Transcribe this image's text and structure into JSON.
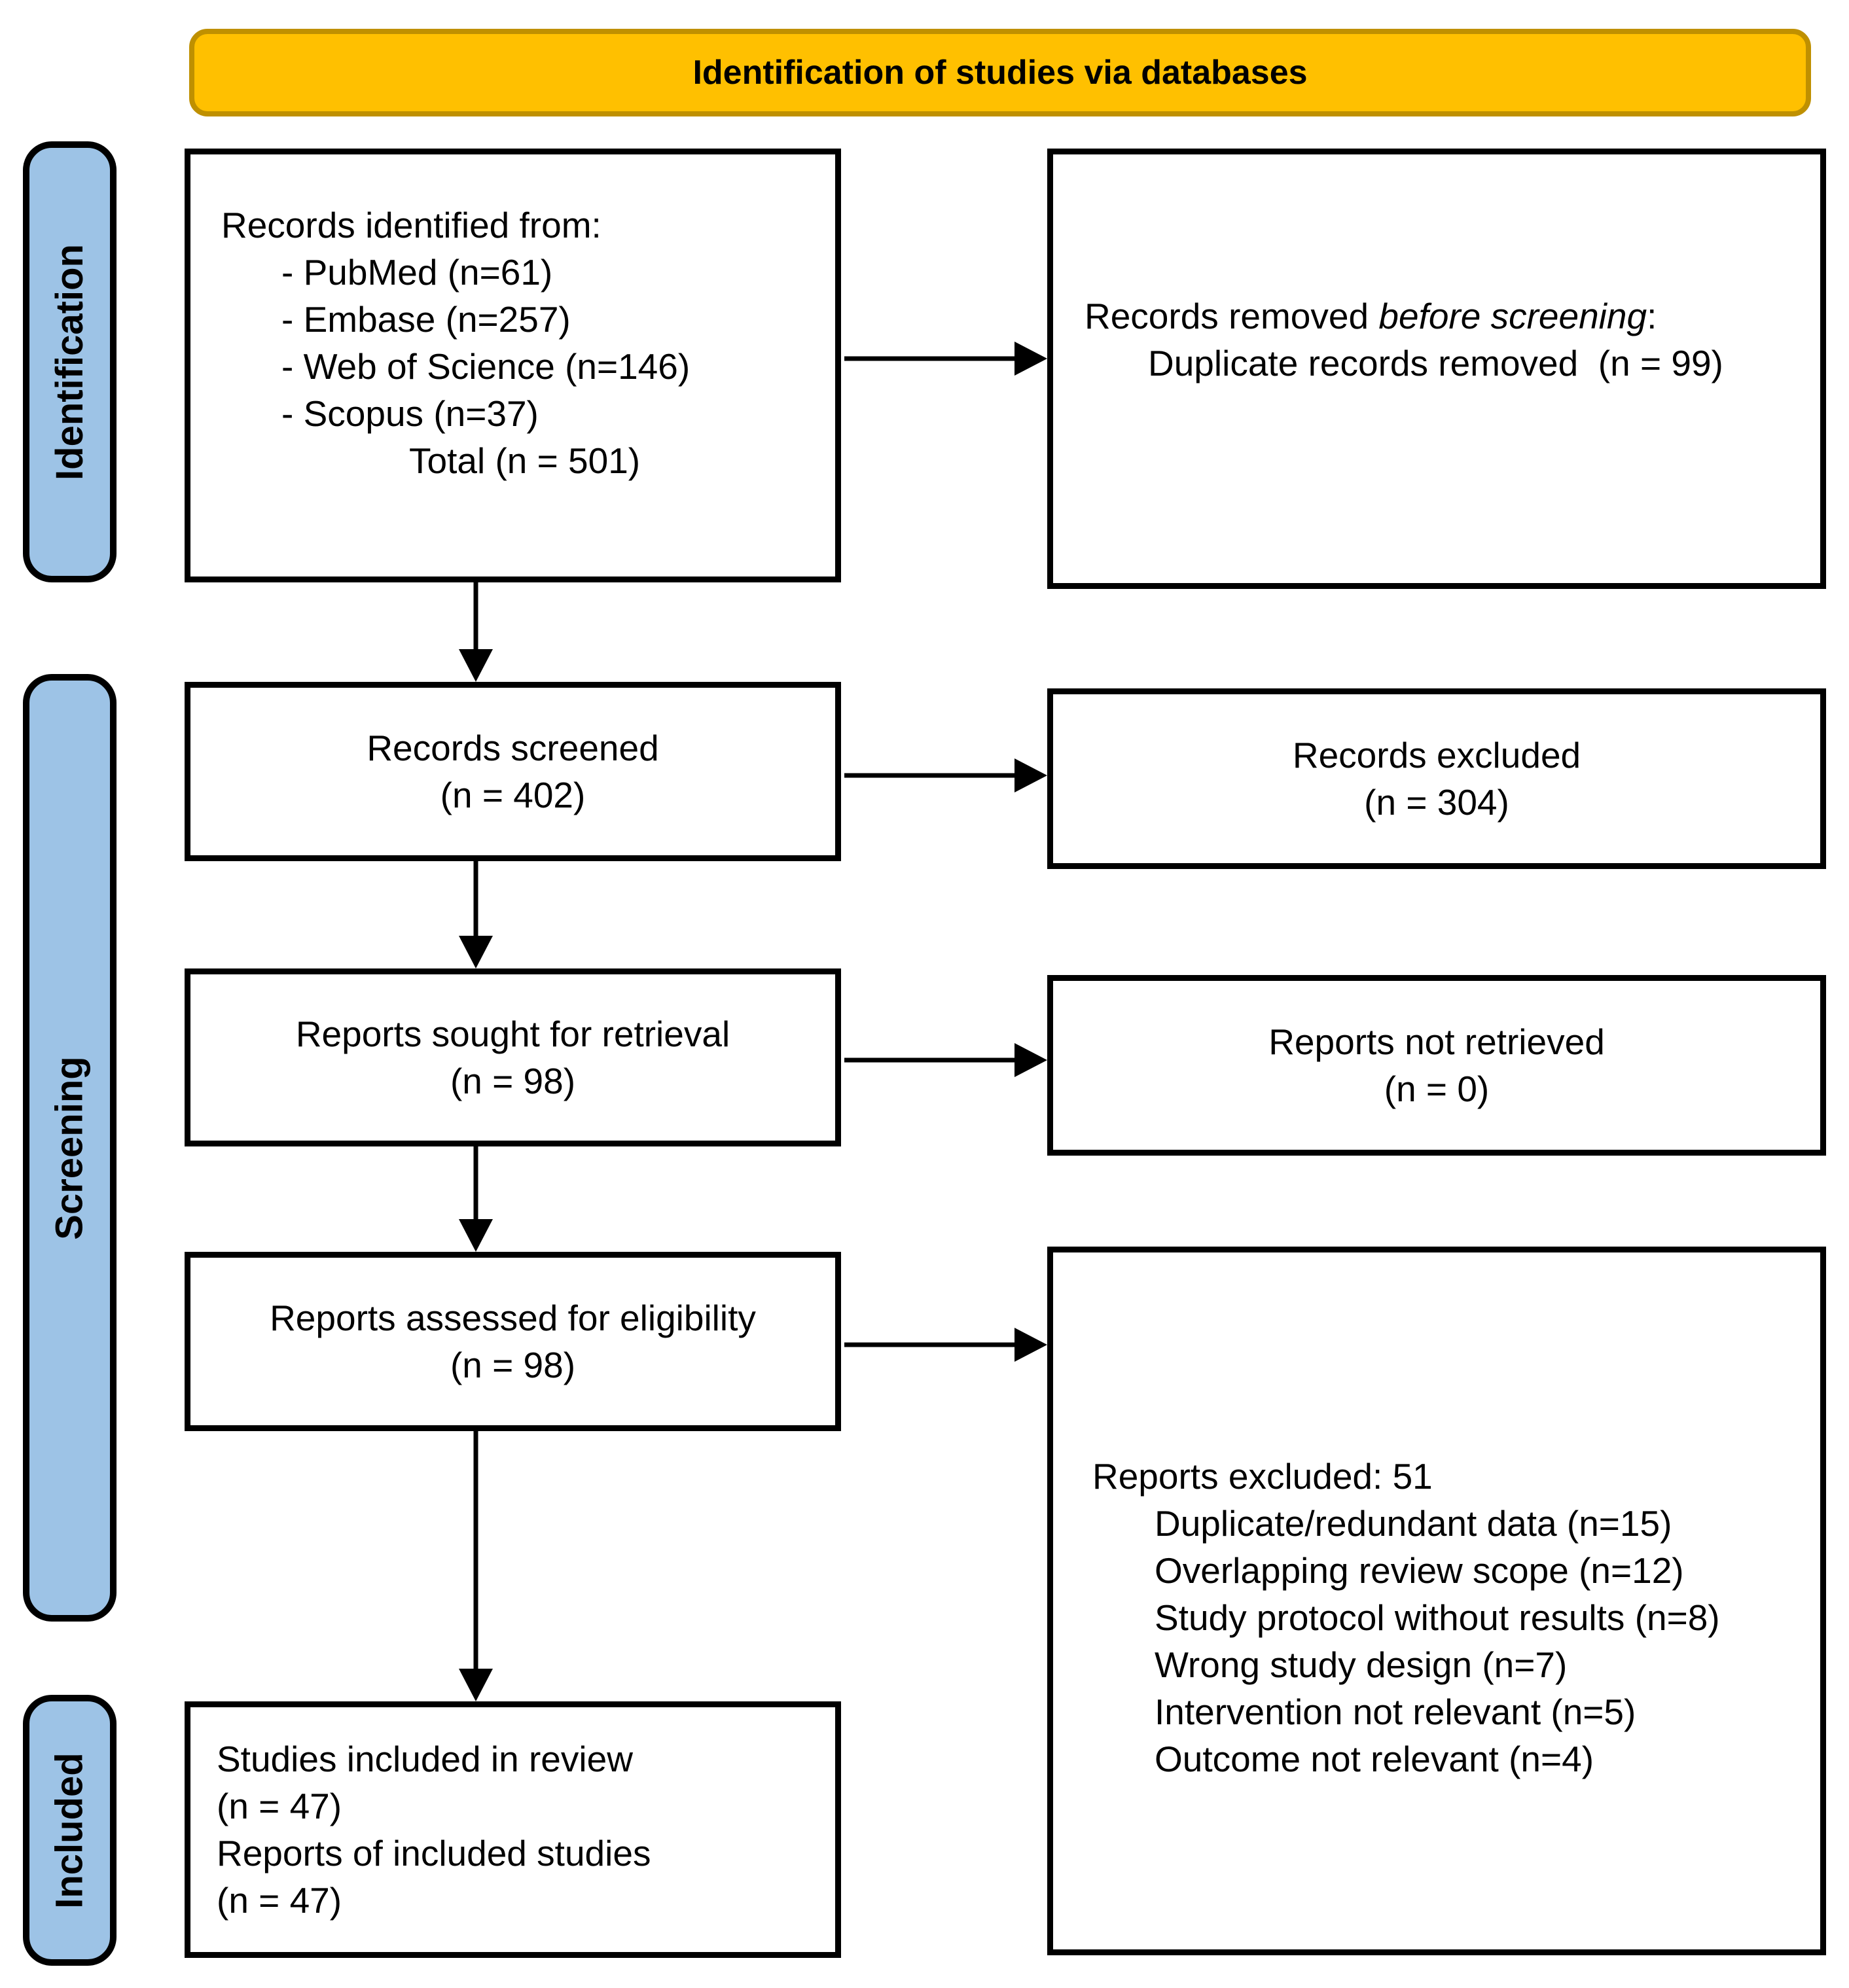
{
  "banner": {
    "title": "Identification of studies via databases"
  },
  "stages": {
    "identification": "Identification",
    "screening": "Screening",
    "included": "Included"
  },
  "boxes": {
    "identified": {
      "title": "Records identified from:",
      "items": [
        "- PubMed (n=61)",
        "- Embase (n=257)",
        "- Web of Science (n=146)",
        "- Scopus (n=37)"
      ],
      "total": "Total (n = 501)"
    },
    "removed": {
      "prefix": "Records removed ",
      "italic": "before screening",
      "suffix": ":",
      "detail": "Duplicate records removed  (n = 99)"
    },
    "screened": {
      "line1": "Records screened",
      "line2": "(n = 402)"
    },
    "excluded": {
      "line1": "Records excluded",
      "line2": "(n = 304)"
    },
    "sought": {
      "line1": "Reports sought for retrieval",
      "line2": "(n = 98)"
    },
    "not_retrieved": {
      "line1": "Reports not retrieved",
      "line2": "(n = 0)"
    },
    "assessed": {
      "line1": "Reports assessed for eligibility",
      "line2": "(n = 98)"
    },
    "reports_excluded": {
      "title": "Reports excluded: 51",
      "reasons": [
        "Duplicate/redundant data (n=15)",
        "Overlapping review scope (n=12)",
        "Study protocol without results (n=8)",
        "Wrong study design (n=7)",
        "Intervention not relevant (n=5)",
        "Outcome not relevant (n=4)"
      ]
    },
    "included_box": {
      "line1": "Studies included in review",
      "line2": "(n = 47)",
      "line3": "Reports of included studies",
      "line4": "(n = 47)"
    }
  },
  "colors": {
    "banner_bg": "#FFC000",
    "banner_border": "#BF9000",
    "stage_bg": "#9DC3E6"
  }
}
